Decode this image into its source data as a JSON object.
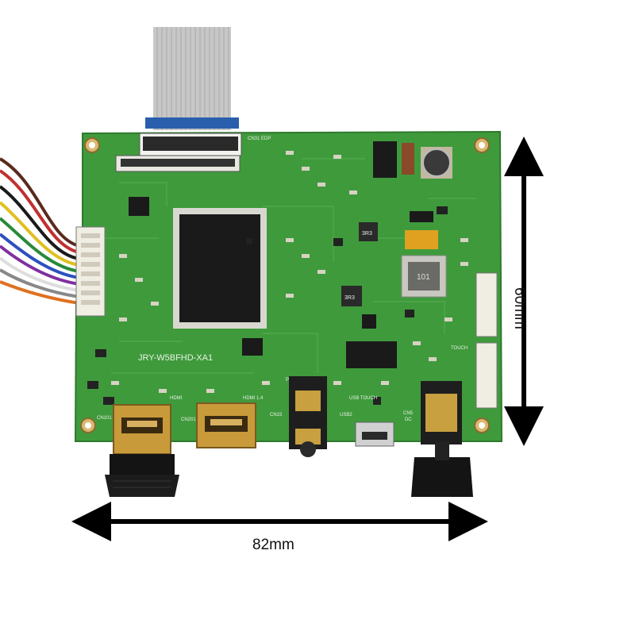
{
  "dimensions": {
    "width_label": "82mm",
    "height_label": "60mm"
  },
  "board": {
    "model_label": "JRY-W5BFHD-XA1",
    "silkscreen": {
      "edp": "CN31 EDP",
      "hdmi_top": "HDMI",
      "hdmi_mid": "HDMI 1.4",
      "phone": "PHONE",
      "usb_touch": "USB TOUCH",
      "dc": "DC",
      "touch": "TOUCH",
      "cn101": "CN101",
      "cn201": "CN201",
      "cn15": "CN15",
      "usb2": "USB2",
      "cn5": "CN5",
      "chip_3r3": "3R3",
      "inductor": "101",
      "chip_3r3b": "3R3"
    }
  },
  "colors": {
    "pcb_green": "#3f9a3c",
    "pcb_dark": "#2f7a2d",
    "silk": "#e8f2e4",
    "chip": "#1a1a1a",
    "gold": "#c89a3a",
    "ribbon": "#c9c9c9",
    "arrow": "#000000"
  }
}
